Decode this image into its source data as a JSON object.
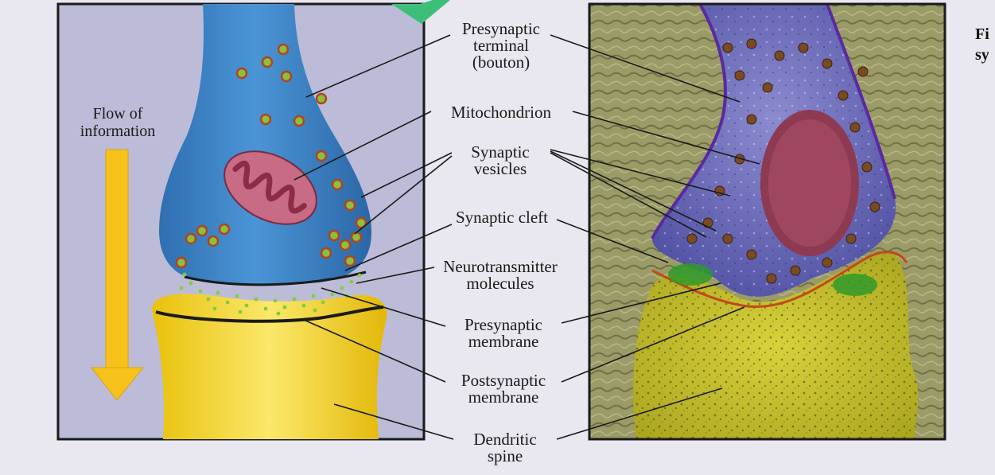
{
  "flow_label": [
    "Flow of",
    "information"
  ],
  "labels": {
    "presynaptic_terminal": [
      "Presynaptic",
      "terminal",
      "(bouton)"
    ],
    "mitochondrion": [
      "Mitochondrion"
    ],
    "synaptic_vesicles": [
      "Synaptic",
      "vesicles"
    ],
    "synaptic_cleft": [
      "Synaptic cleft"
    ],
    "neurotransmitter": [
      "Neurotransmitter",
      "molecules"
    ],
    "presynaptic_membrane": [
      "Presynaptic",
      "membrane"
    ],
    "postsynaptic_membrane": [
      "Postsynaptic",
      "membrane"
    ],
    "dendritic_spine": [
      "Dendritic",
      "spine"
    ]
  },
  "side_caption": [
    "Fi",
    "sy"
  ],
  "colors": {
    "page_bg": "#e9e7ef",
    "panel_bg": "#b9b9d9",
    "bouton": "#3d85c6",
    "mitochondrion": "#b24c68",
    "dendrite": "#f2d21a",
    "arrow": "#f7c21c",
    "micro_presynaptic": "#6a6bb8",
    "micro_postsynaptic": "#c9c32a",
    "micro_cleft": "#2f8f2a"
  }
}
